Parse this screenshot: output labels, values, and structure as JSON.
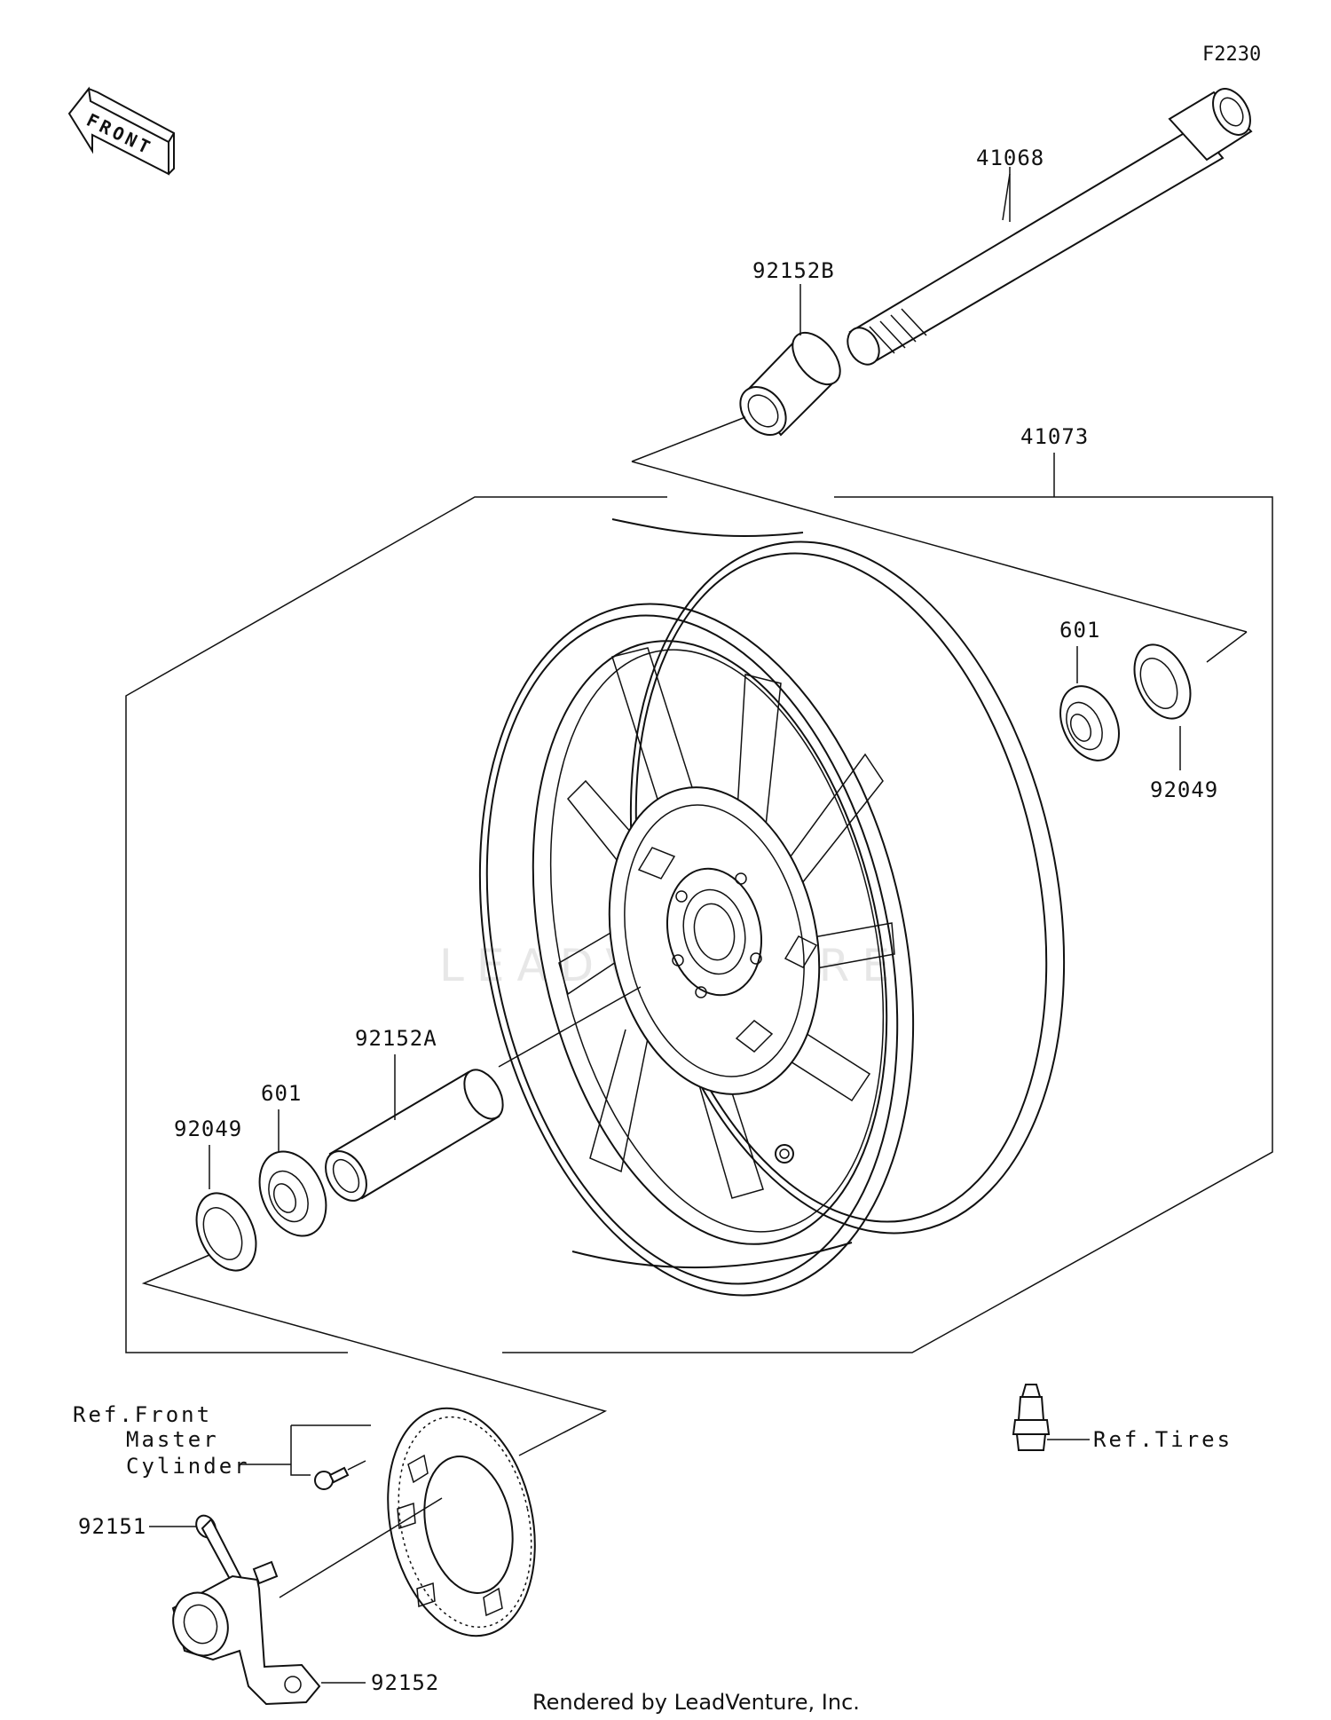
{
  "diagram_code": "F2230",
  "front_arrow_text": "FRONT",
  "watermark": "LEADVENTURE",
  "footer_text": "Rendered by LeadVenture, Inc.",
  "callouts": {
    "axle": "41068",
    "collar_b": "92152B",
    "wheel_assembly": "41073",
    "bearing_right": "601",
    "seal_right": "92049",
    "collar_a": "92152A",
    "bearing_left": "601",
    "seal_left": "92049",
    "bolt": "92151",
    "bracket": "92152"
  },
  "references": {
    "master_cylinder": [
      "Ref.Front",
      "Master",
      "Cylinder"
    ],
    "tires": "Ref.Tires"
  }
}
